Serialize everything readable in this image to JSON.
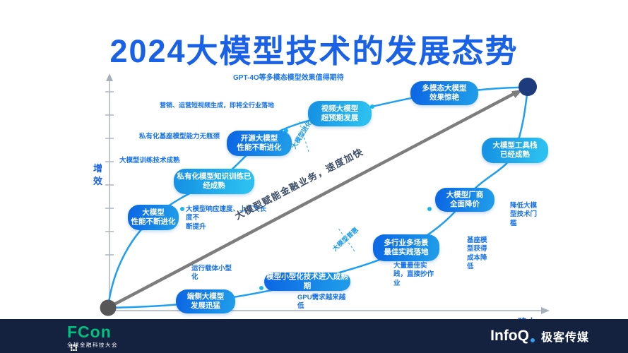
{
  "title": "2024大模型技术的发展态势",
  "axis": {
    "y_label": "增\n效",
    "x_label": "降本"
  },
  "arrow": {
    "label": "大模型赋能金融业务，速度加快"
  },
  "curves": {
    "upper_label": "大模型进化",
    "lower_label": "大模型普惠"
  },
  "pills": [
    {
      "label": "大模型\n性能不断进化"
    },
    {
      "label": "私有化模型知识训练已\n经成熟"
    },
    {
      "label": "开源大模型\n性能不断进化"
    },
    {
      "label": "视频大模型\n超预期发展"
    },
    {
      "label": "多模态大模型\n效果惊艳"
    },
    {
      "label": "大模型工具栈\n已经成熟"
    },
    {
      "label": "大模型厂商\n全面降价"
    },
    {
      "label": "多行业多场景\n最佳实践落地"
    },
    {
      "label": "模型小型化技术进入成熟期"
    },
    {
      "label": "端侧大模型\n发展迅猛"
    }
  ],
  "annotations": [
    {
      "text": "GPT-4O等多模态模型效果值得期待"
    },
    {
      "text": "营销、运营短视频生成，即将全行业落地"
    },
    {
      "text": "私有化基座模型能力无瓶颈"
    },
    {
      "text": "大模型训练技术成熟"
    },
    {
      "text": "大模型响应速度、上下文长度不\n断提升"
    },
    {
      "text": "运行载体小型\n化"
    },
    {
      "text": "GPU需求越来越\n低"
    },
    {
      "text": "大量最佳实\n践，直接抄作\n业"
    },
    {
      "text": "基座模\n型获得\n成本降\n低"
    },
    {
      "text": "降低大模\n型技术门\n槛"
    }
  ],
  "footer": {
    "fcon": "FCon",
    "fcon_sub": "全球金融科技大会",
    "infoq": "InfoQ",
    "media": "极客传媒"
  },
  "colors": {
    "title_blue": "#1961e6",
    "pill_blue": "#0d6ae4",
    "pill_cyan": "#2cc0f0",
    "curve_blue": "#1e9ff0",
    "arrow_gray": "#7d7d7d",
    "footer_navy": "#142240",
    "fcon_green": "#00bf7f"
  }
}
